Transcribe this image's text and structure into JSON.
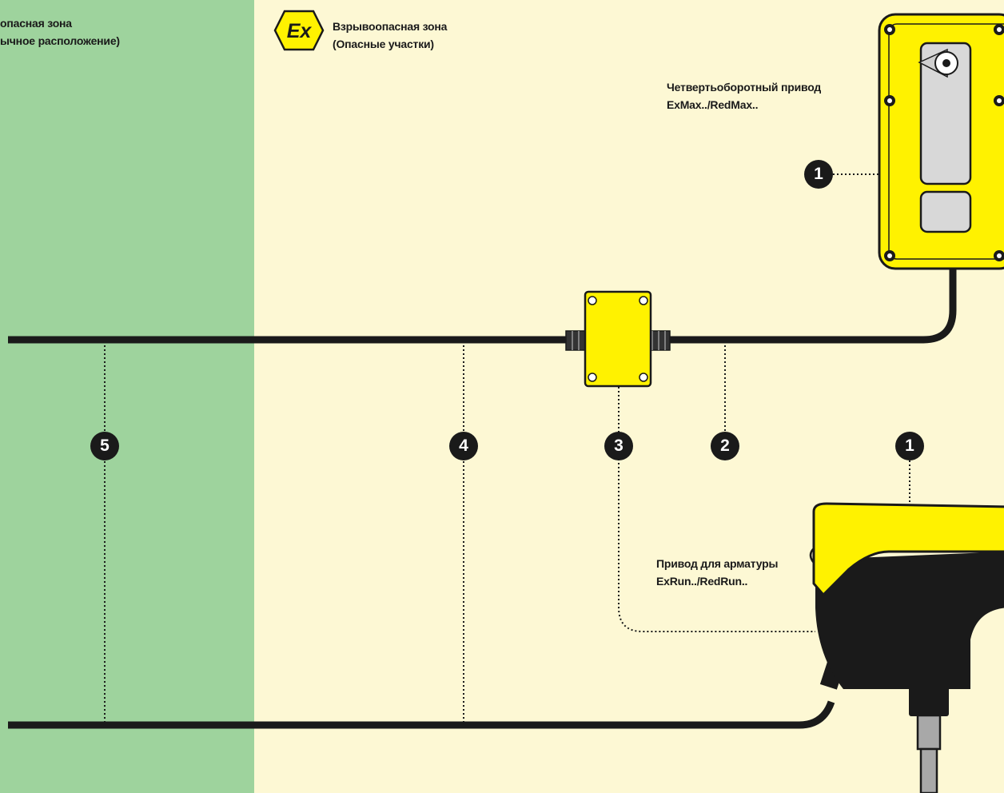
{
  "zones": {
    "safe": {
      "line1": "опасная зона",
      "line2": "ычное расположение)",
      "color": "#9ed39d"
    },
    "hazardous": {
      "line1": "Взрывоопасная зона",
      "line2": "(Опасные участки)",
      "color": "#fdf8d4",
      "symbol": "Ex"
    }
  },
  "devices": {
    "quarter_turn": {
      "line1": "Четвертьоборотный привод",
      "line2": "ExMax../RedMax..",
      "icon": "quarter-turn-actuator-icon"
    },
    "valve": {
      "line1": "Привод для арматуры",
      "line2": "ExRun../RedRun..",
      "icon": "valve-actuator-icon"
    },
    "junction_box": {
      "icon": "junction-box-icon"
    }
  },
  "callouts": {
    "top_actuator": "1",
    "valve_actuator": "1",
    "cable_actuator": "2",
    "junction_box": "3",
    "cable_hazardous": "4",
    "cable_safe": "5"
  },
  "colors": {
    "accent_yellow": "#fff200",
    "cable": "#1a1a1a",
    "callout": "#1a1a1a"
  }
}
